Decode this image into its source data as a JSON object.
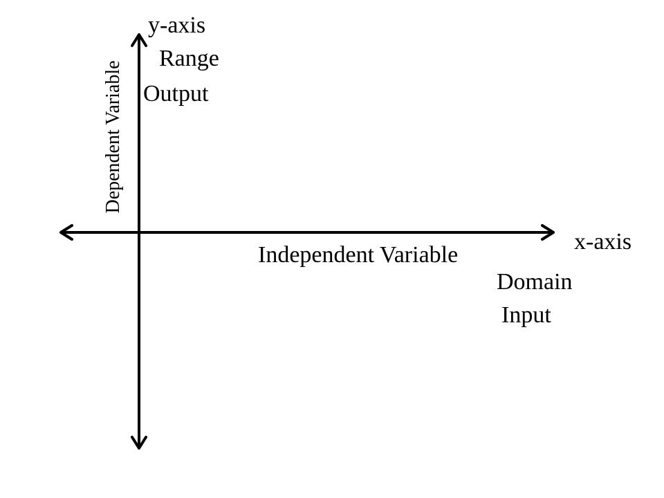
{
  "diagram": {
    "y_axis_label": "y-axis",
    "range_label": "Range",
    "output_label": "Output",
    "dependent_variable_label": "Dependent Variable",
    "x_axis_label": "x-axis",
    "independent_variable_label": "Independent Variable",
    "domain_label": "Domain",
    "input_label": "Input",
    "axis_color": "#000000"
  }
}
